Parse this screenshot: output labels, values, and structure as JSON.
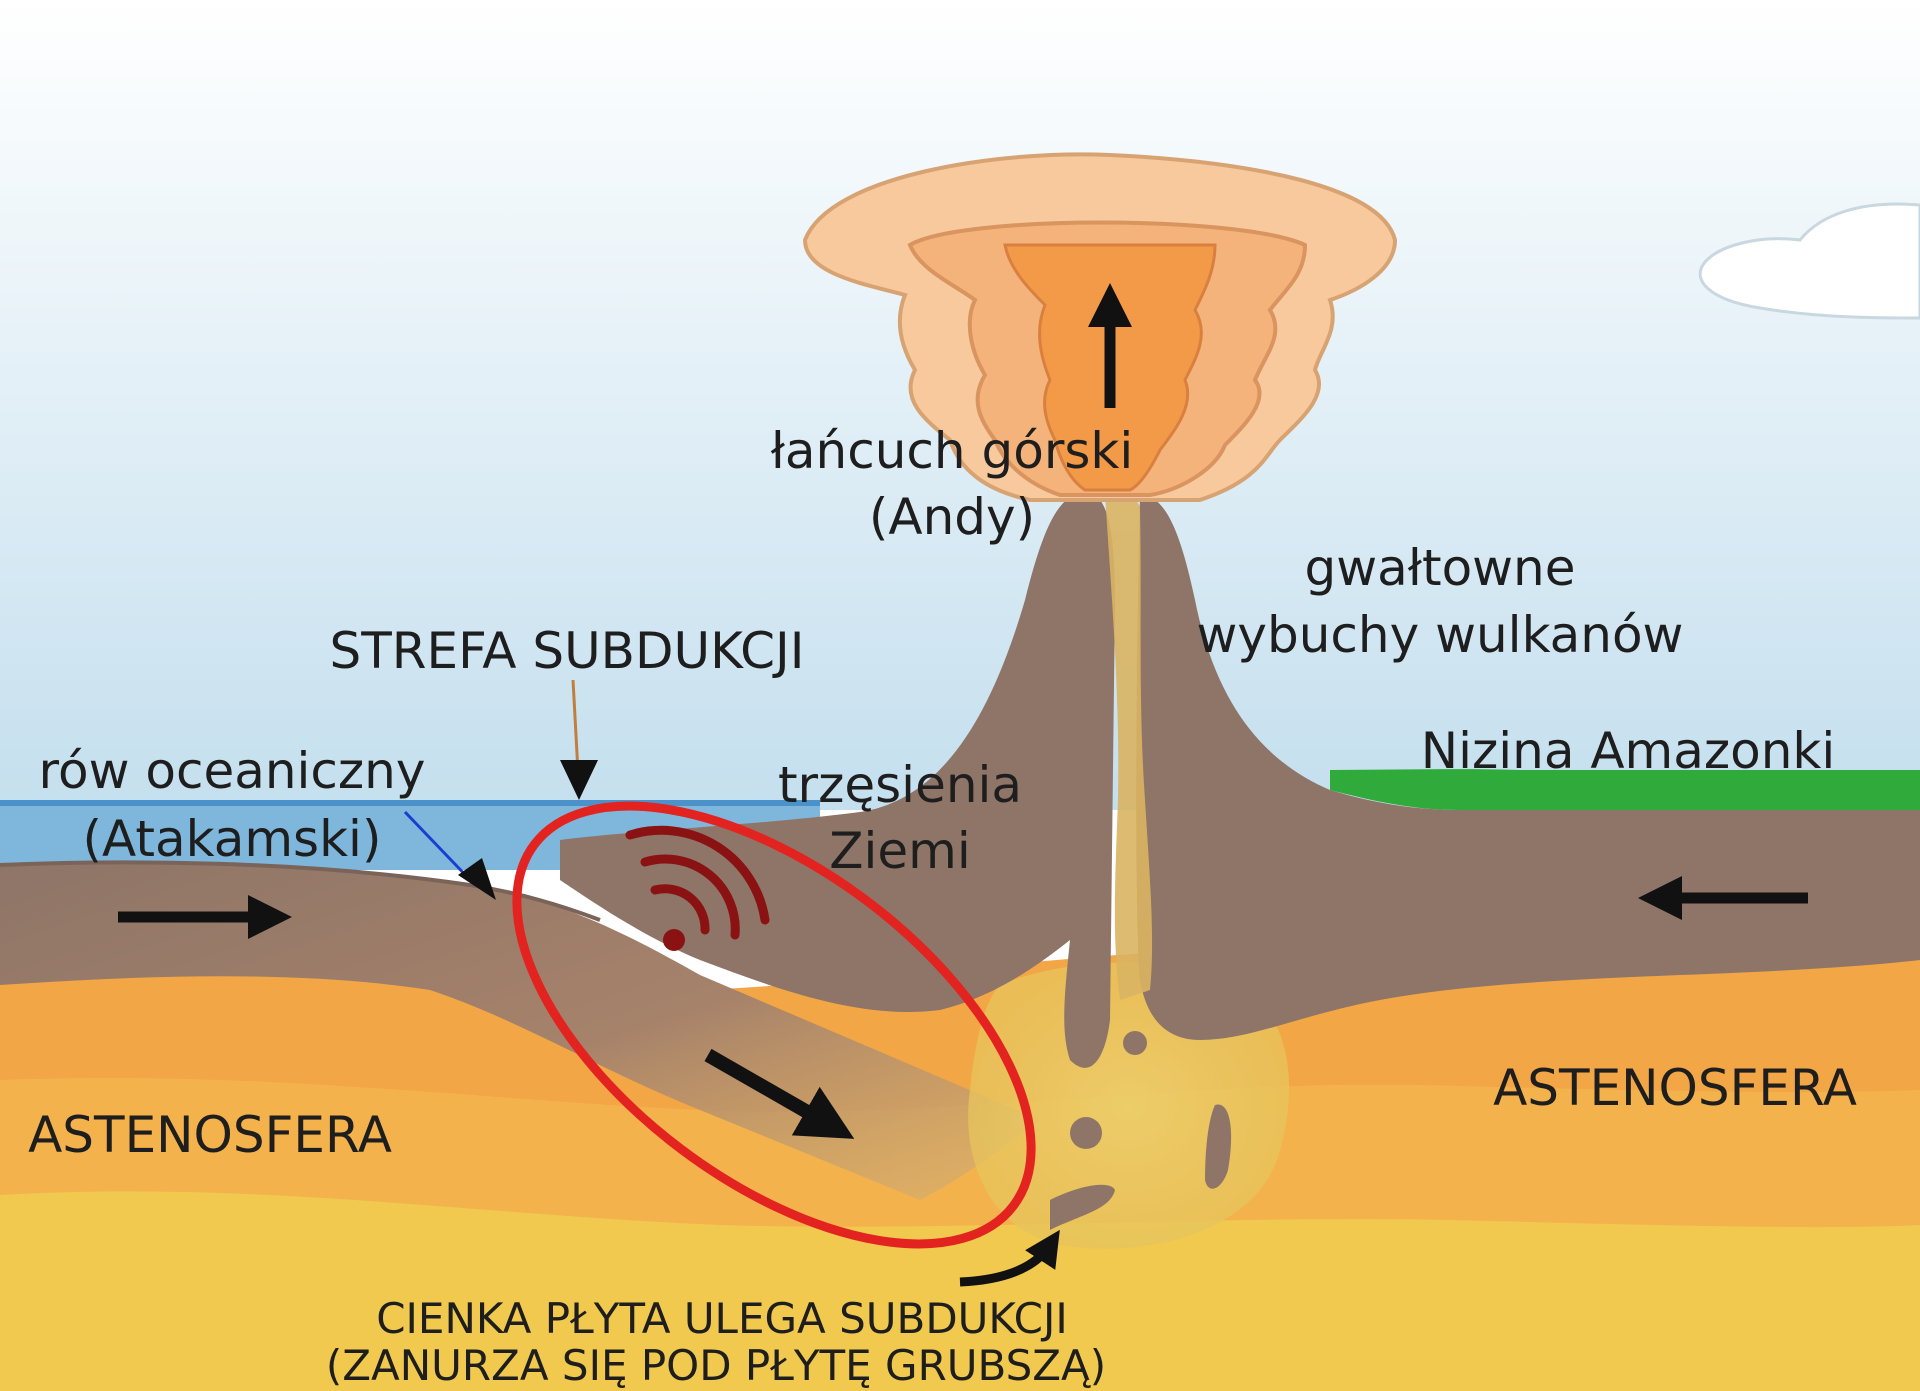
{
  "labels": {
    "mountain_line1": "łańcuch górski",
    "mountain_line2": "(Andy)",
    "eruption_line1": "gwałtowne",
    "eruption_line2": "wybuchy wulkanów",
    "subduction_zone": "STREFA SUBDUKCJI",
    "amazon_lowland": "Nizina Amazonki",
    "trench_line1": "rów oceaniczny",
    "trench_line2": "(Atakamski)",
    "earthquake_line1": "trzęsienia",
    "earthquake_line2": "Ziemi",
    "asthenosphere_left": "ASTENOSFERA",
    "asthenosphere_right": "ASTENOSFERA",
    "bottom_line1": "CIENKA PŁYTA ULEGA SUBDUKCJI",
    "bottom_line2": "(ZANURZA SIĘ POD PŁYTĘ GRUBSZĄ)"
  },
  "colors": {
    "sky_top": "#ffffff",
    "sky_bottom": "#c6e0ef",
    "ocean": "#7fb6dc",
    "ocean_line": "#4a92c9",
    "crust": "#8e7568",
    "crust_outline": "#7a6358",
    "asthenosphere_orange": "#f2a646",
    "asthenosphere_yellow": "#f0c94e",
    "magma": "#e9c86a",
    "lowland": "#2faa3b",
    "red_ring": "#e32320",
    "wave": "#8a1212",
    "arrow": "#111111",
    "plume_outer": "#f7c99c",
    "plume_mid": "#f4b37a",
    "plume_inner": "#f29a48"
  }
}
